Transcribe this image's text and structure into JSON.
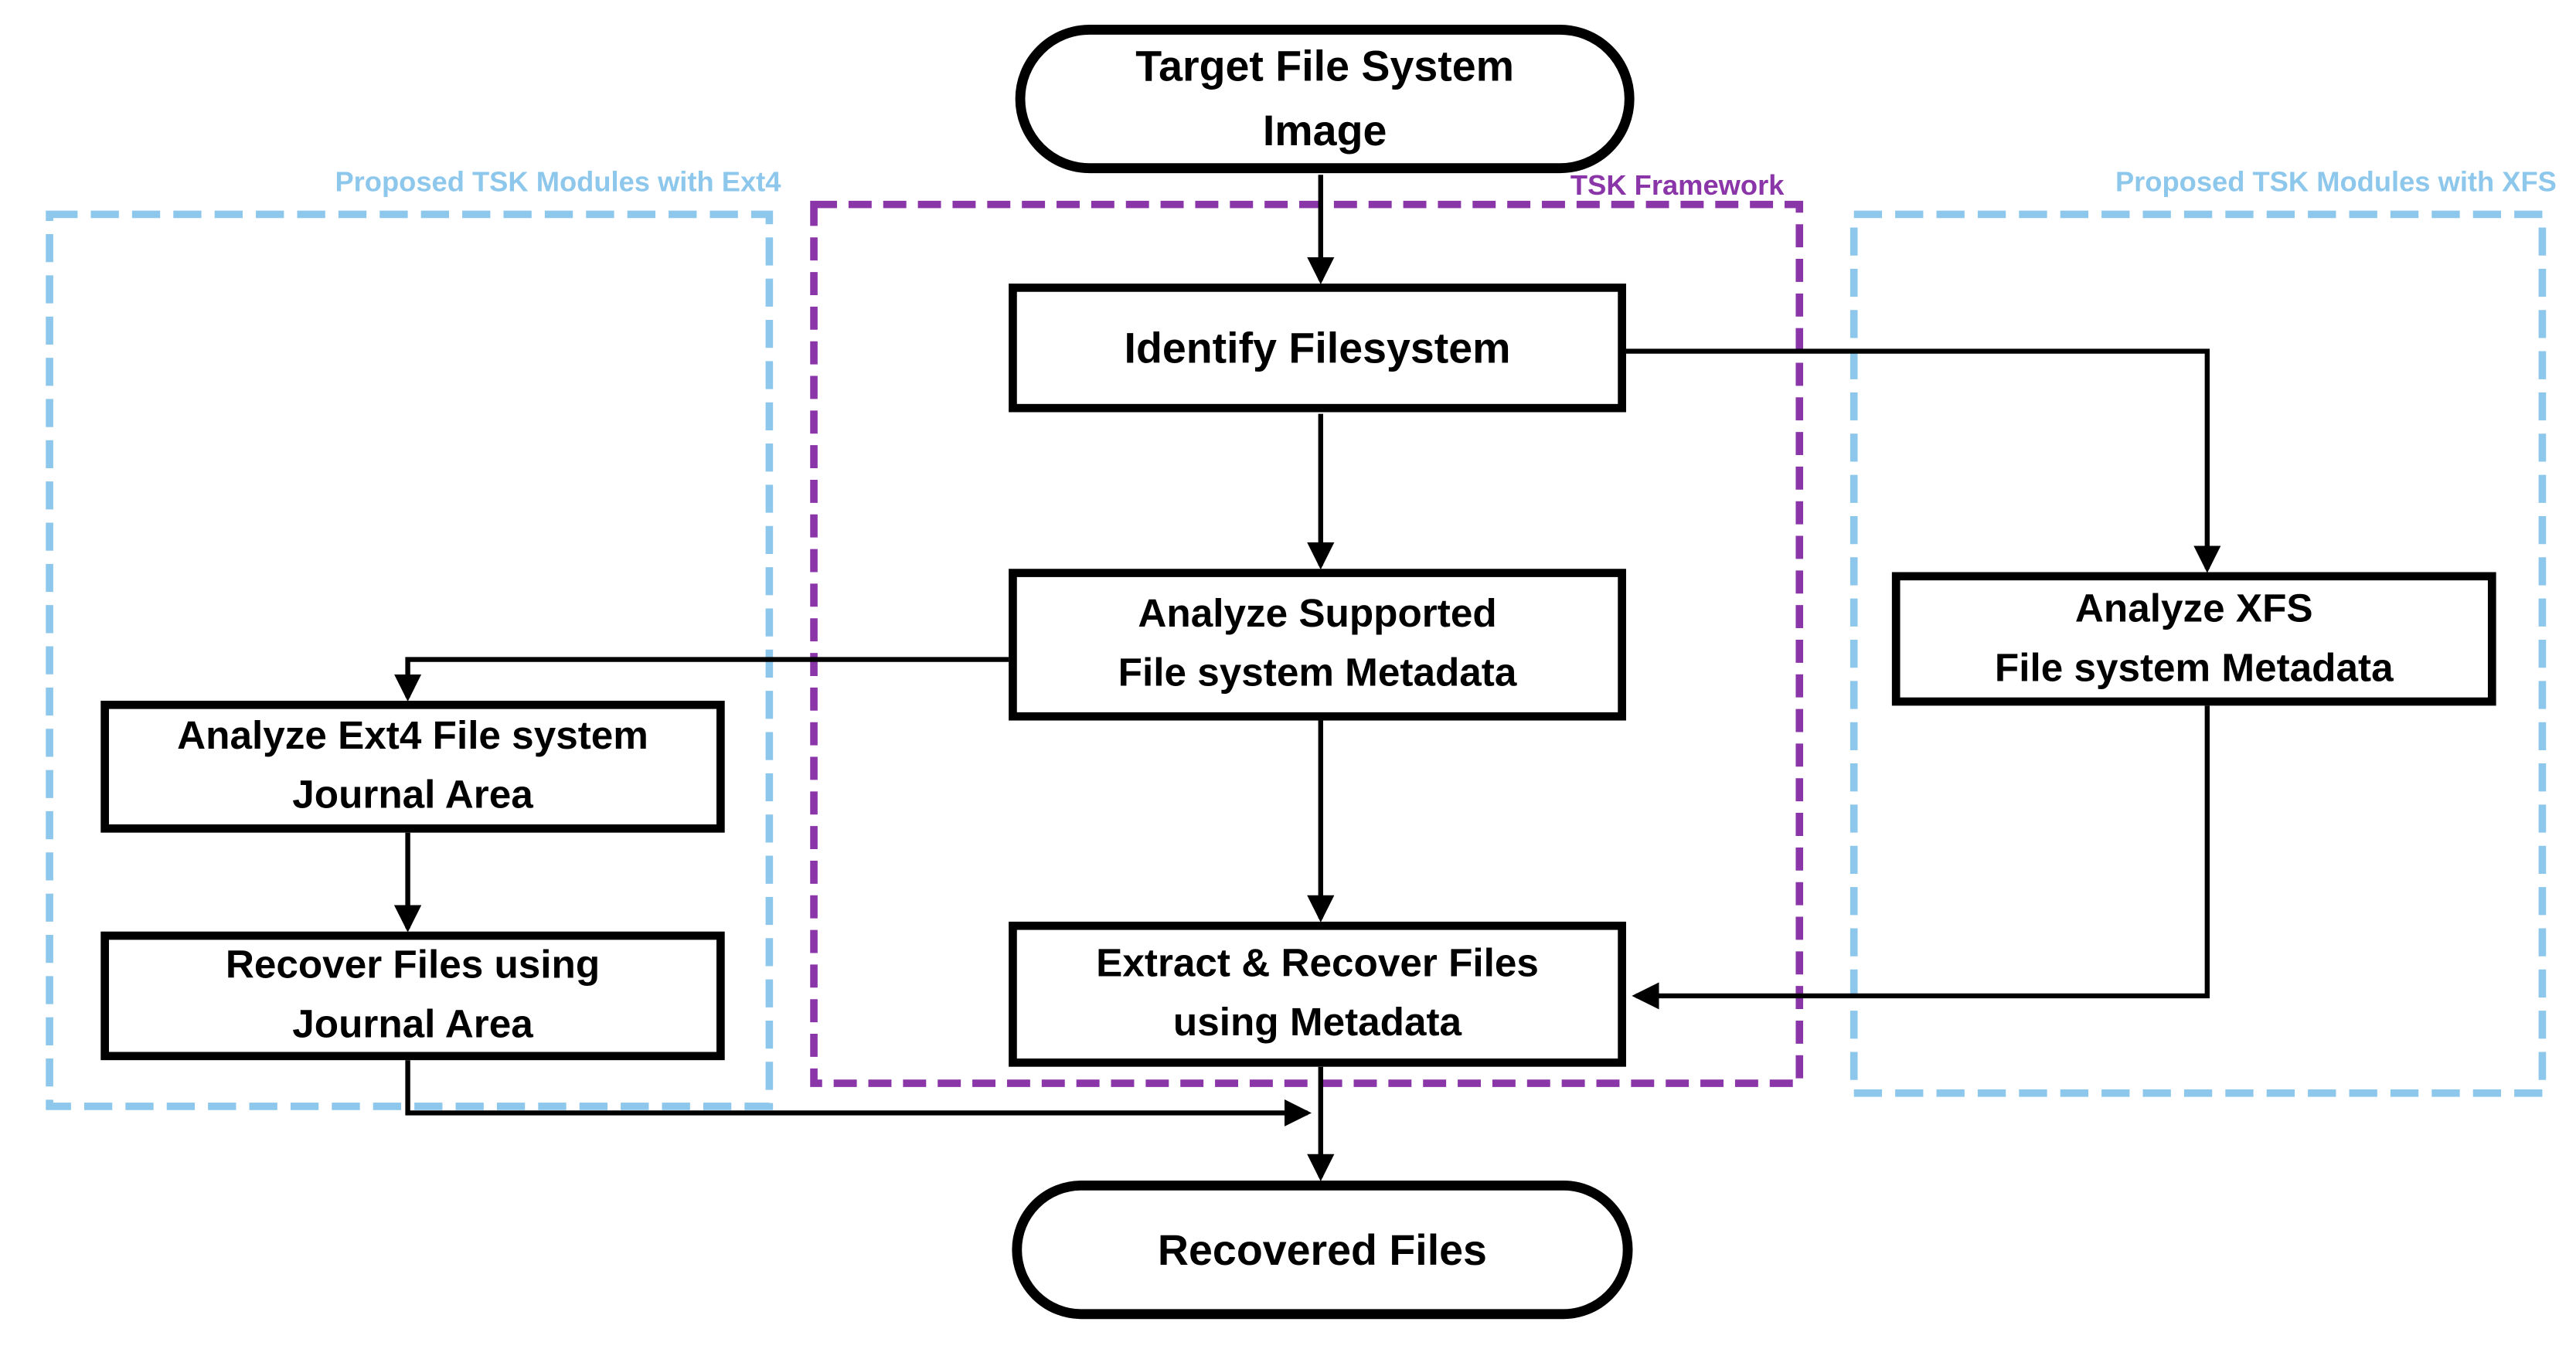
{
  "diagram_type": "flowchart",
  "colors": {
    "module_accent": "#8DC7EC",
    "framework_accent": "#8A35A8",
    "node_border": "#000000",
    "line_color": "#000000",
    "background": "#FFFFFF"
  },
  "regions": {
    "ext4": {
      "label": "Proposed TSK Modules with Ext4"
    },
    "tsk": {
      "label": "TSK Framework"
    },
    "xfs": {
      "label": "Proposed TSK Modules with XFS"
    }
  },
  "nodes": {
    "target": {
      "shape": "terminator",
      "line1": "Target File System",
      "line2": "Image"
    },
    "identify": {
      "shape": "process",
      "line1": "Identify Filesystem"
    },
    "analyze_supported": {
      "shape": "process",
      "line1": "Analyze Supported",
      "line2": "File system Metadata"
    },
    "extract": {
      "shape": "process",
      "line1": "Extract & Recover Files",
      "line2": "using Metadata"
    },
    "recovered": {
      "shape": "terminator",
      "line1": "Recovered Files"
    },
    "analyze_ext4": {
      "shape": "process",
      "line1": "Analyze Ext4 File system",
      "line2": "Journal Area"
    },
    "recover_journal": {
      "shape": "process",
      "line1": "Recover Files using",
      "line2": "Journal Area"
    },
    "analyze_xfs": {
      "shape": "process",
      "line1": "Analyze XFS",
      "line2": "File system Metadata"
    }
  },
  "edges": [
    {
      "from": "Target File System Image",
      "to": "Identify Filesystem"
    },
    {
      "from": "Identify Filesystem",
      "to": "Analyze Supported File system Metadata"
    },
    {
      "from": "Identify Filesystem",
      "to": "Analyze XFS File system Metadata"
    },
    {
      "from": "Analyze Supported File system Metadata",
      "to": "Analyze Ext4 File system Journal Area"
    },
    {
      "from": "Analyze Supported File system Metadata",
      "to": "Extract & Recover Files using Metadata"
    },
    {
      "from": "Analyze Ext4 File system Journal Area",
      "to": "Recover Files using Journal Area"
    },
    {
      "from": "Analyze XFS File system Metadata",
      "to": "Extract & Recover Files using Metadata"
    },
    {
      "from": "Recover Files using Journal Area",
      "to": "Recovered Files"
    },
    {
      "from": "Extract & Recover Files using Metadata",
      "to": "Recovered Files"
    }
  ]
}
